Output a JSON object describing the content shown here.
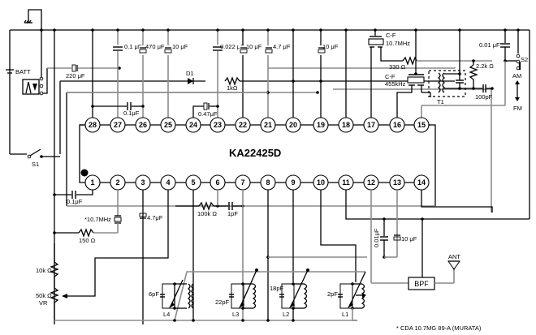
{
  "ic": {
    "name": "KA22425D"
  },
  "pins_top": [
    "28",
    "27",
    "26",
    "25",
    "24",
    "23",
    "22",
    "21",
    "20",
    "19",
    "18",
    "17",
    "16",
    "15"
  ],
  "pins_bottom": [
    "1",
    "2",
    "3",
    "4",
    "5",
    "6",
    "7",
    "8",
    "9",
    "10",
    "11",
    "12",
    "13",
    "14"
  ],
  "components": {
    "batt": "BATT",
    "c_220uf": "220 μF",
    "c_27_top": "0.1 μF",
    "c_26_top": "470 μF",
    "c_25_top": "10 μF",
    "c_23_top": "0.022 μF",
    "c_22_top": "10 μF",
    "c_21_top": "4.7 μF",
    "c_19_top": "10 μF",
    "c_28_26": "0.1μF",
    "c_24_23": "0.47μF",
    "d1": "D1",
    "r_1k": "1kΩ",
    "cf_107_name": "C-F",
    "cf_107_freq": "10.7MHz",
    "r_330": "330 Ω",
    "cf_455_name": "C-F",
    "cf_455_freq": "455kHz",
    "t1": "T1",
    "r_22k": "2.2k Ω",
    "c_100pf": "100pF",
    "c_001_top": "0.01 μF",
    "s2": "S2",
    "am": "AM",
    "fm": "FM",
    "s1": "S1",
    "c_pin1": "0.1μF",
    "xtal": "*10.7MHz",
    "r_150": "150 Ω",
    "c_pin3": "4.7μF",
    "r_100k": "100k Ω",
    "c_1pf": "1pF",
    "r_10k": "10k Ω",
    "vr_value": "50k Ω",
    "vr_name": "VR",
    "c_6pf": "6pF",
    "l4": "L4",
    "c_22pf": "22pF",
    "l3": "L3",
    "c_18pf": "18pF",
    "l2": "L2",
    "c_2pf": "2pF",
    "l1": "L1",
    "c_pin12": "0.01μF",
    "c_pin13": "10 μF",
    "bpf": "BPF",
    "ant": "ANT"
  },
  "footnote": "* CDA 10.7MG 89-A (MURATA)"
}
